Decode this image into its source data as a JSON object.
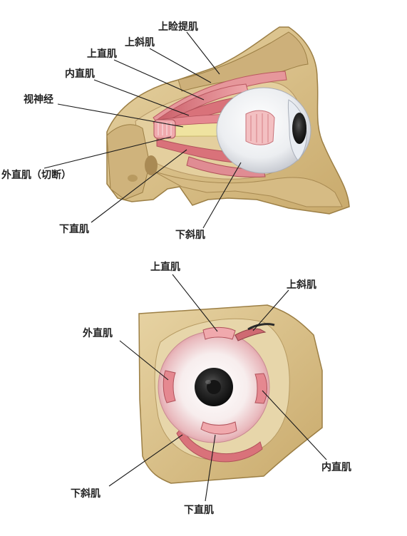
{
  "side_view": {
    "labels": {
      "levator": "上睑提肌",
      "superior_oblique": "上斜肌",
      "superior_rectus": "上直肌",
      "medial_rectus": "内直肌",
      "optic_nerve": "视神经",
      "lateral_rectus_cut": "外直肌（切断）",
      "inferior_rectus": "下直肌",
      "inferior_oblique": "下斜肌"
    }
  },
  "front_view": {
    "labels": {
      "superior_rectus": "上直肌",
      "superior_oblique": "上斜肌",
      "lateral_rectus": "外直肌",
      "medial_rectus": "内直肌",
      "inferior_oblique": "下斜肌",
      "inferior_rectus": "下直肌"
    }
  },
  "colors": {
    "bone": "#d9c08a",
    "bone_dark": "#b99a5c",
    "muscle": "#d9727a",
    "muscle_light": "#f2b5b5",
    "sclera": "#f1f2f4",
    "nerve": "#efe3a0",
    "pupil": "#151515"
  }
}
